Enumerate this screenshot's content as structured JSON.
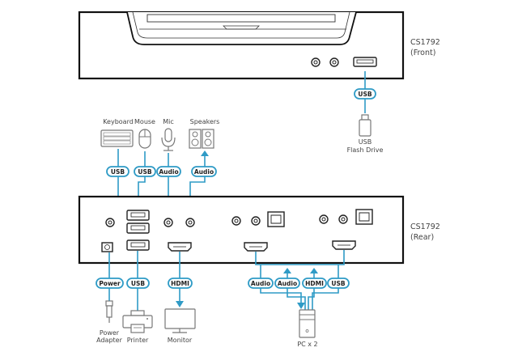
{
  "front_unit": {
    "label_line1": "CS1792",
    "label_line2": "(Front)"
  },
  "rear_unit": {
    "label_line1": "CS1792",
    "label_line2": "(Rear)"
  },
  "front_connections": [
    {
      "pill": "USB",
      "device_line1": "USB",
      "device_line2": "Flash Drive"
    }
  ],
  "top_devices": [
    {
      "name": "Keyboard",
      "pill": "USB"
    },
    {
      "name": "Mouse",
      "pill": "USB"
    },
    {
      "name": "Mic",
      "pill": "Audio"
    },
    {
      "name": "Speakers",
      "pill": "Audio"
    }
  ],
  "bottom_devices": [
    {
      "pill": "Power",
      "device_line1": "Power",
      "device_line2": "Adapter"
    },
    {
      "pill": "USB",
      "device_line1": "Printer"
    },
    {
      "pill": "HDMI",
      "device_line1": "Monitor"
    }
  ],
  "pc_connections": {
    "pills": [
      "Audio",
      "Audio",
      "HDMI",
      "USB"
    ],
    "device_label": "PC x 2"
  },
  "colors": {
    "cable": "#2f9bc6",
    "outline": "#111111",
    "icon": "#777777"
  }
}
